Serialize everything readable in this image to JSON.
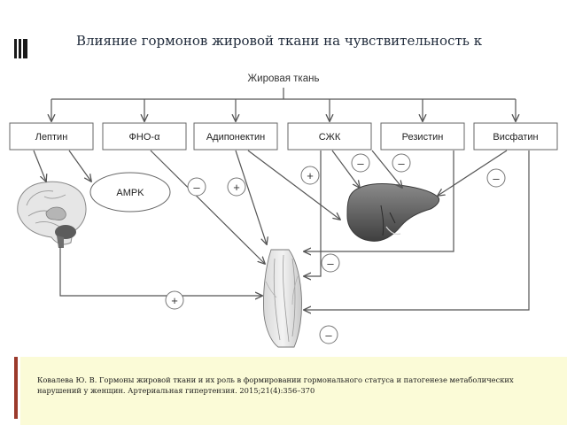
{
  "title": "Влияние гормонов жировой ткани на чувствительность к",
  "diagram": {
    "source_label": "Жировая ткань",
    "hormones": [
      {
        "id": "leptin",
        "label": "Лептин"
      },
      {
        "id": "tnf",
        "label": "ФНО-α"
      },
      {
        "id": "adiponectin",
        "label": "Адипонектин"
      },
      {
        "id": "ffa",
        "label": "СЖК"
      },
      {
        "id": "resistin",
        "label": "Резистин"
      },
      {
        "id": "visfatin",
        "label": "Висфатин"
      }
    ],
    "ampk_label": "AMPK",
    "signs": {
      "tnf_muscle": "–",
      "adiponectin_muscle": "+",
      "adiponectin_liver": "+",
      "ffa_liver": "–",
      "resistin_liver": "–",
      "visfatin_liver": "–",
      "ffa_muscle": "–",
      "leptin_muscle": "+",
      "resistin_muscle": "–"
    }
  },
  "citation": "Ковалева Ю. В. Гормоны жировой ткани и их роль в формировании гормонального статуса и патогенезе метаболических нарушений у женщин. Артериальная гипертензия. 2015;21(4):356–370"
}
